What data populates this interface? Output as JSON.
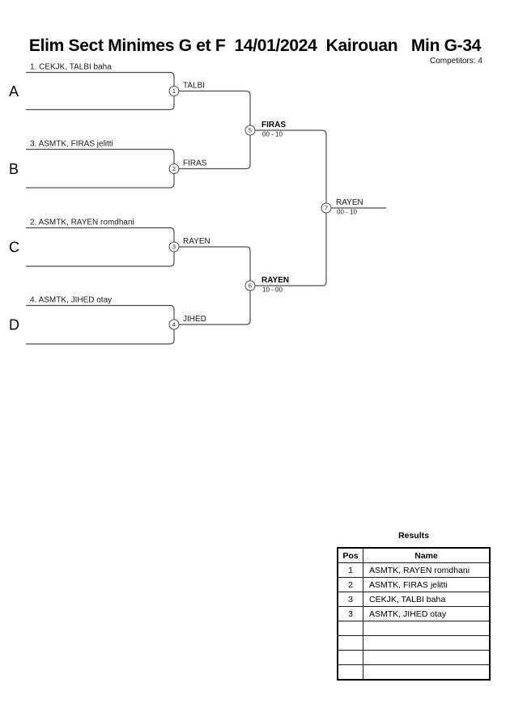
{
  "header": {
    "title": "Elim Sect Minimes G et F  14/01/2024  Kairouan   Min G-34",
    "competitors_label": "Competitors: 4"
  },
  "bracket": {
    "sections": [
      {
        "letter": "A",
        "competitor": "1. CEKJK, TALBI baha"
      },
      {
        "letter": "B",
        "competitor": "3. ASMTK, FIRAS jelitti"
      },
      {
        "letter": "C",
        "competitor": "2. ASMTK, RAYEN romdhani"
      },
      {
        "letter": "D",
        "competitor": "4. ASMTK, JIHED otay"
      }
    ],
    "matches": [
      {
        "number": "1",
        "winner": "TALBI",
        "score": ""
      },
      {
        "number": "2",
        "winner": "FIRAS",
        "score": ""
      },
      {
        "number": "3",
        "winner": "RAYEN",
        "score": ""
      },
      {
        "number": "4",
        "winner": "JIHED",
        "score": ""
      },
      {
        "number": "5",
        "winner": "FIRAS",
        "score": "00 - 10"
      },
      {
        "number": "6",
        "winner": "RAYEN",
        "score": "10 - 00"
      },
      {
        "number": "7",
        "winner": "RAYEN",
        "score": "00 - 10"
      }
    ]
  },
  "results": {
    "title": "Results",
    "columns": [
      "Pos",
      "Name"
    ],
    "rows": [
      {
        "pos": "1",
        "name": "ASMTK, RAYEN romdhani"
      },
      {
        "pos": "2",
        "name": "ASMTK, FIRAS jelitti"
      },
      {
        "pos": "3",
        "name": "CEKJK, TALBI baha"
      },
      {
        "pos": "3",
        "name": "ASMTK, JIHED otay"
      },
      {
        "pos": "",
        "name": ""
      },
      {
        "pos": "",
        "name": ""
      },
      {
        "pos": "",
        "name": ""
      },
      {
        "pos": "",
        "name": ""
      }
    ]
  },
  "colors": {
    "line": "#4d4d4d",
    "text": "#000000",
    "background": "#ffffff"
  }
}
